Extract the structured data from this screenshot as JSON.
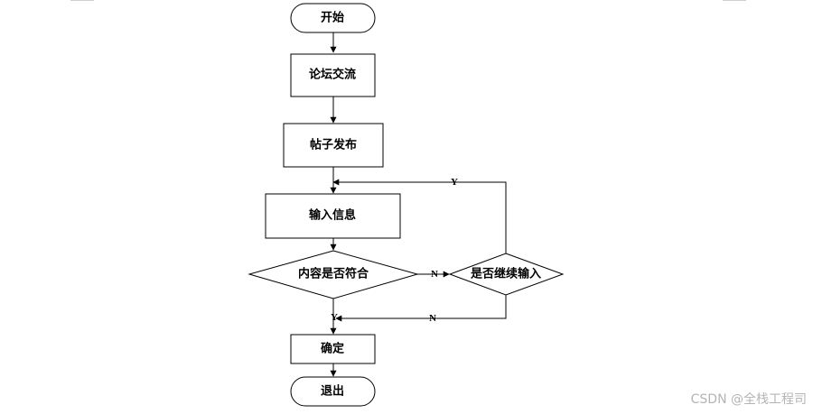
{
  "nodes": {
    "start": "开始",
    "forum": "论坛交流",
    "post": "帖子发布",
    "input": "输入信息",
    "check": "内容是否符合",
    "continue": "是否继续输入",
    "confirm": "确定",
    "exit": "退出"
  },
  "edges": {
    "check_no": "N",
    "check_yes": "Y",
    "continue_yes": "Y",
    "continue_no": "N"
  },
  "watermark": "CSDN @全栈工程司"
}
